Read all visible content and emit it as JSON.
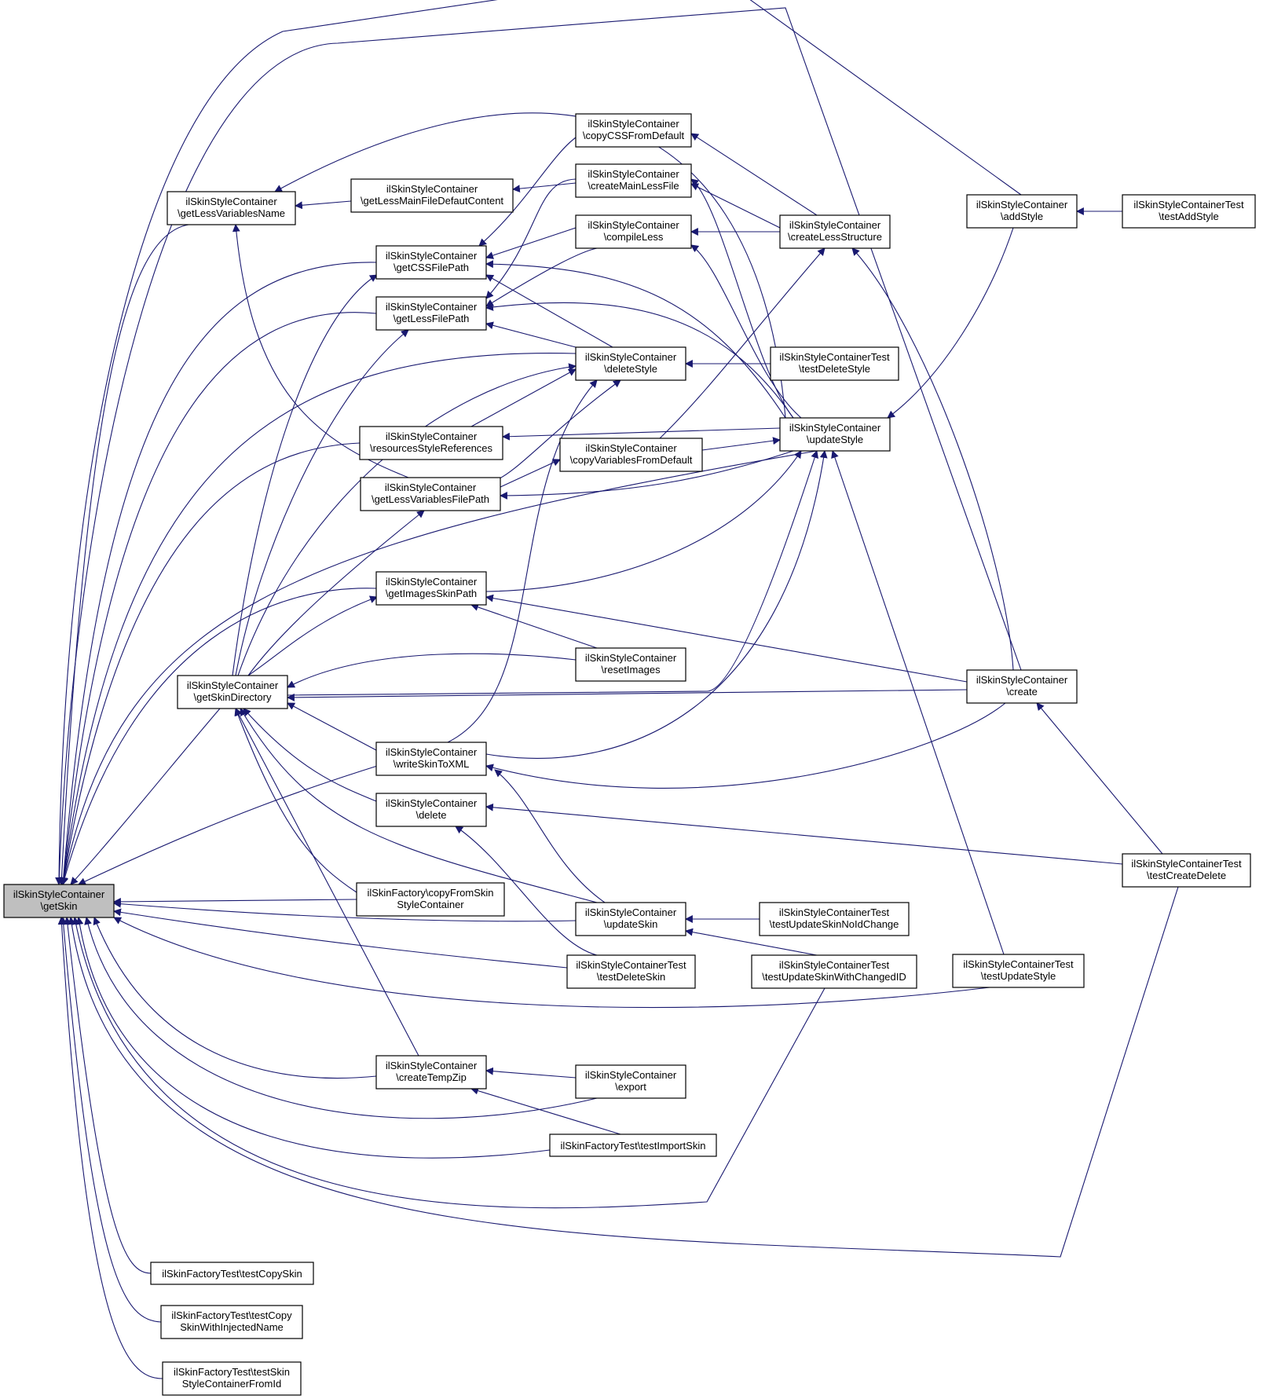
{
  "graph": {
    "type": "caller-graph",
    "root": "getSkin",
    "edge_color": "#191970",
    "root_fill": "#bfbfbf",
    "nodes": [
      {
        "id": "getSkin",
        "line1": "ilSkinStyleContainer",
        "line2": "\\getSkin"
      },
      {
        "id": "getLessVariablesName",
        "line1": "ilSkinStyleContainer",
        "line2": "\\getLessVariablesName"
      },
      {
        "id": "getLessMainFileDefautContent",
        "line1": "ilSkinStyleContainer",
        "line2": "\\getLessMainFileDefautContent"
      },
      {
        "id": "copyCSSFromDefault",
        "line1": "ilSkinStyleContainer",
        "line2": "\\copyCSSFromDefault"
      },
      {
        "id": "createMainLessFile",
        "line1": "ilSkinStyleContainer",
        "line2": "\\createMainLessFile"
      },
      {
        "id": "compileLess",
        "line1": "ilSkinStyleContainer",
        "line2": "\\compileLess"
      },
      {
        "id": "createLessStructure",
        "line1": "ilSkinStyleContainer",
        "line2": "\\createLessStructure"
      },
      {
        "id": "addStyle",
        "line1": "ilSkinStyleContainer",
        "line2": "\\addStyle"
      },
      {
        "id": "testAddStyle",
        "line1": "ilSkinStyleContainerTest",
        "line2": "\\testAddStyle"
      },
      {
        "id": "getCSSFilePath",
        "line1": "ilSkinStyleContainer",
        "line2": "\\getCSSFilePath"
      },
      {
        "id": "getLessFilePath",
        "line1": "ilSkinStyleContainer",
        "line2": "\\getLessFilePath"
      },
      {
        "id": "deleteStyle",
        "line1": "ilSkinStyleContainer",
        "line2": "\\deleteStyle"
      },
      {
        "id": "testDeleteStyle",
        "line1": "ilSkinStyleContainerTest",
        "line2": "\\testDeleteStyle"
      },
      {
        "id": "resourcesStyleReferences",
        "line1": "ilSkinStyleContainer",
        "line2": "\\resourcesStyleReferences"
      },
      {
        "id": "updateStyle",
        "line1": "ilSkinStyleContainer",
        "line2": "\\updateStyle"
      },
      {
        "id": "copyVariablesFromDefault",
        "line1": "ilSkinStyleContainer",
        "line2": "\\copyVariablesFromDefault"
      },
      {
        "id": "getLessVariablesFilePath",
        "line1": "ilSkinStyleContainer",
        "line2": "\\getLessVariablesFilePath"
      },
      {
        "id": "getImagesSkinPath",
        "line1": "ilSkinStyleContainer",
        "line2": "\\getImagesSkinPath"
      },
      {
        "id": "resetImages",
        "line1": "ilSkinStyleContainer",
        "line2": "\\resetImages"
      },
      {
        "id": "getSkinDirectory",
        "line1": "ilSkinStyleContainer",
        "line2": "\\getSkinDirectory"
      },
      {
        "id": "create",
        "line1": "ilSkinStyleContainer",
        "line2": "\\create"
      },
      {
        "id": "writeSkinToXML",
        "line1": "ilSkinStyleContainer",
        "line2": "\\writeSkinToXML"
      },
      {
        "id": "delete",
        "line1": "ilSkinStyleContainer",
        "line2": "\\delete"
      },
      {
        "id": "testCreateDelete",
        "line1": "ilSkinStyleContainerTest",
        "line2": "\\testCreateDelete"
      },
      {
        "id": "copyFromSkinStyleContainer",
        "line1": "ilSkinFactory\\copyFromSkin",
        "line2": "StyleContainer"
      },
      {
        "id": "updateSkin",
        "line1": "ilSkinStyleContainer",
        "line2": "\\updateSkin"
      },
      {
        "id": "testUpdateSkinNoIdChange",
        "line1": "ilSkinStyleContainerTest",
        "line2": "\\testUpdateSkinNoIdChange"
      },
      {
        "id": "testDeleteSkin",
        "line1": "ilSkinStyleContainerTest",
        "line2": "\\testDeleteSkin"
      },
      {
        "id": "testUpdateSkinWithChangedID",
        "line1": "ilSkinStyleContainerTest",
        "line2": "\\testUpdateSkinWithChangedID"
      },
      {
        "id": "testUpdateStyle",
        "line1": "ilSkinStyleContainerTest",
        "line2": "\\testUpdateStyle"
      },
      {
        "id": "createTempZip",
        "line1": "ilSkinStyleContainer",
        "line2": "\\createTempZip"
      },
      {
        "id": "export",
        "line1": "ilSkinStyleContainer",
        "line2": "\\export"
      },
      {
        "id": "testImportSkin",
        "line1": "ilSkinFactoryTest\\testImportSkin",
        "line2": ""
      },
      {
        "id": "testCopySkin",
        "line1": "ilSkinFactoryTest\\testCopySkin",
        "line2": ""
      },
      {
        "id": "testCopySkinWithInjectedName",
        "line1": "ilSkinFactoryTest\\testCopy",
        "line2": "SkinWithInjectedName"
      },
      {
        "id": "testSkinStyleContainerFromId",
        "line1": "ilSkinFactoryTest\\testSkin",
        "line2": "StyleContainerFromId"
      }
    ]
  }
}
